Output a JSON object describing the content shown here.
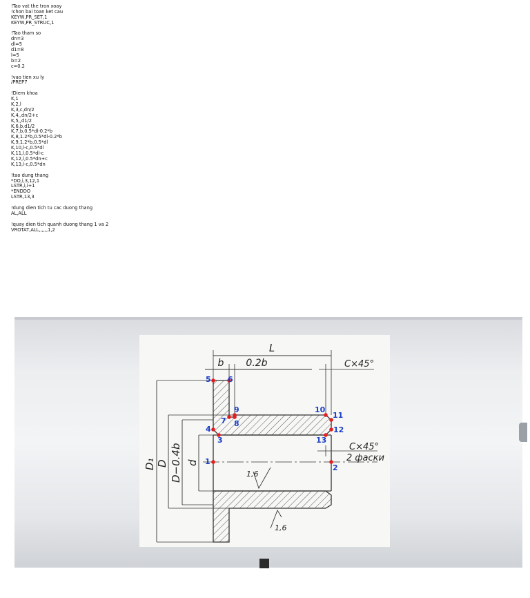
{
  "code_lines": [
    "!Tao vat the tron xoay",
    "!chon bai toan ket cau",
    "KEYW,PR_SET,1",
    "KEYW,PR_STRUC,1",
    "",
    "!Tao tham so",
    "dn=3",
    "dl=5",
    "d1=8",
    "l=5",
    "b=2",
    "c=0.2",
    "",
    "!vao tien xu ly",
    "/PREP7",
    "",
    "!Diem khoa",
    "K,1",
    "K,2,l",
    "K,3,c,dn/2",
    "K,4,,dn/2+c",
    "K,5,,d1/2",
    "K,6,b,d1/2",
    "K,7,b,0.5*dl-0.2*b",
    "K,8,1.2*b,0.5*dl-0.2*b",
    "K,9,1.2*b,0.5*dl",
    "K,10,l-c,0.5*dl",
    "K,11,l,0.5*dl-c",
    "K,12,l,0.5*dn+c",
    "K,13,l-c,0.5*dn",
    "",
    "!tao dung thang",
    "*DO,i,3,12,1",
    "LSTR,i,i+1",
    "*ENDDO",
    "LSTR,13,3",
    "",
    "!dung dien tich tu cac duong thang",
    "AL,ALL",
    "",
    "!quay dien tich quanh duong thang 1 va 2",
    "VROTAT,ALL,,,,,,1,2"
  ],
  "drawing": {
    "dim_L": "L",
    "dim_b": "b",
    "dim_02b": "0.2b",
    "chamfer_top": "C×45°",
    "chamfer_right": "C×45°",
    "chamfer_note": "2 фаски",
    "label_D1": "D₁",
    "label_D": "D",
    "label_D04b": "D−0.4b",
    "label_d": "d",
    "roughness_1": "1,6",
    "roughness_2": "1,6",
    "points": [
      "1",
      "2",
      "3",
      "4",
      "5",
      "6",
      "7",
      "8",
      "9",
      "10",
      "11",
      "12",
      "13"
    ],
    "point_color": "#e02020",
    "number_color": "#1a3fc8"
  }
}
